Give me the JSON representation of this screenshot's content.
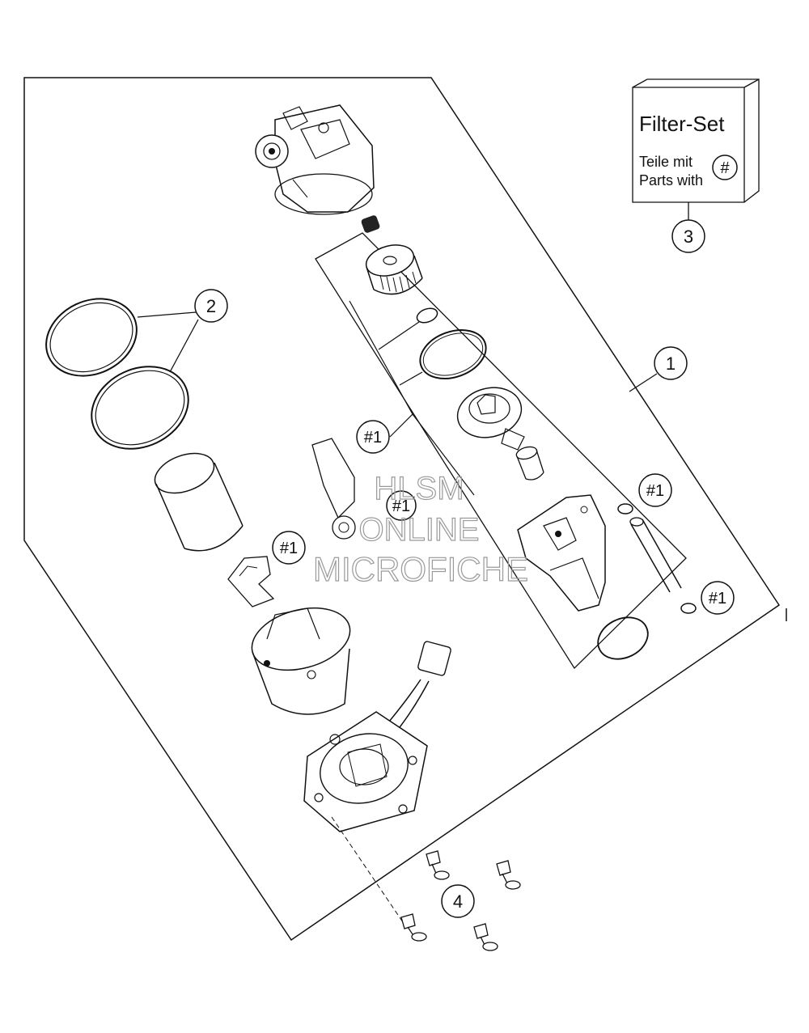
{
  "filter_set": {
    "title": "Filter-Set",
    "line1": "Teile mit",
    "line2": "Parts with",
    "badge": "#"
  },
  "callouts": {
    "c1": "1",
    "c2": "2",
    "c3": "3",
    "c4": "4"
  },
  "filter_badges": {
    "b1": "#1",
    "b2": "#1",
    "b3": "#1",
    "b4": "#1",
    "b5": "#1"
  },
  "watermark": {
    "line1": "HLSM",
    "line2": "ONLINE",
    "line3": "MICROFICHE"
  },
  "colors": {
    "line": "#111111",
    "watermark": "#9a9a9a",
    "background": "#ffffff"
  }
}
